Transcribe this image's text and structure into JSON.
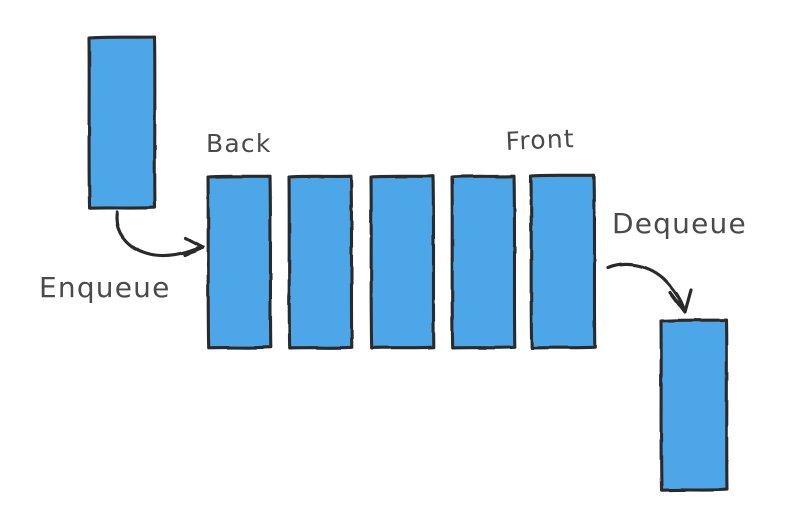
{
  "diagram": {
    "title": "Queue data structure",
    "type": "queue-operations",
    "background_color": "#ffffff",
    "box_fill_color": "#4da6e8",
    "box_stroke_color": "#2b2b2b",
    "text_color": "#4a4a4a",
    "labels": {
      "back": "Back",
      "front": "Front",
      "enqueue": "Enqueue",
      "dequeue": "Dequeue"
    },
    "queue_slots": [
      {
        "index": 0,
        "name": "queue-slot-1"
      },
      {
        "index": 1,
        "name": "queue-slot-2"
      },
      {
        "index": 2,
        "name": "queue-slot-3"
      },
      {
        "index": 3,
        "name": "queue-slot-4"
      },
      {
        "index": 4,
        "name": "queue-slot-5"
      }
    ],
    "incoming_element": {
      "name": "incoming-element"
    },
    "outgoing_element": {
      "name": "outgoing-element"
    },
    "arrows": [
      {
        "name": "enqueue-arrow",
        "direction": "right",
        "from": "incoming-element",
        "to": "queue-back"
      },
      {
        "name": "dequeue-arrow",
        "direction": "down-right",
        "from": "queue-front",
        "to": "outgoing-element"
      }
    ]
  }
}
